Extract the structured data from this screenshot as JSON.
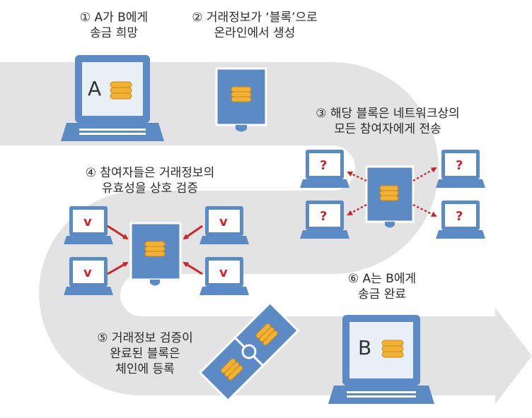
{
  "steps": [
    {
      "line1": "① A가 B에게",
      "line2": "송금 희망"
    },
    {
      "line1": "② 거래정보가 ‘블록’으로",
      "line2": "온라인에서 생성"
    },
    {
      "line1": "③ 해당 블록은 네트워크상의",
      "line2": "모든 참여자에게 전송"
    },
    {
      "line1": "④ 참여자들은 거래정보의",
      "line2": "유효성을 상호 검증"
    },
    {
      "line1": "⑤ 거래정보 검증이",
      "line2": "완료된 블록은",
      "line3": "체인에 등록"
    },
    {
      "line1": "⑥ A는 B에게",
      "line2": "송금 완료"
    }
  ],
  "screen_marks": {
    "sender": "A",
    "receiver": "B",
    "unknown": "?",
    "verified": "v"
  },
  "colors": {
    "laptop_blue": "#5b8ac4",
    "screen_bg": "#e9eff7",
    "coin_gold": "#f2b134",
    "arrow_red": "#c7282d",
    "flow_gray": "#e3e3e3"
  },
  "icons": [
    "laptop-icon",
    "block-icon",
    "coin-stack-icon",
    "arrow-icon"
  ]
}
